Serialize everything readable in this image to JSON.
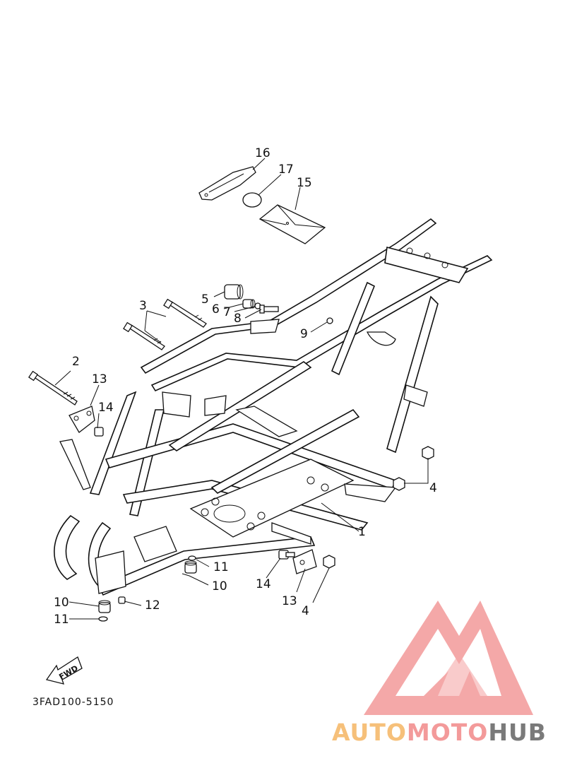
{
  "diagram": {
    "callouts": {
      "c1": "1",
      "c2": "2",
      "c3": "3",
      "c4a": "4",
      "c4b": "4",
      "c5": "5",
      "c6": "6",
      "c7": "7",
      "c8": "8",
      "c9": "9",
      "c10a": "10",
      "c10b": "10",
      "c11a": "11",
      "c11b": "11",
      "c12": "12",
      "c13a": "13",
      "c13b": "13",
      "c14a": "14",
      "c14b": "14",
      "c15": "15",
      "c16": "16",
      "c17": "17"
    },
    "fwd_label": "FWD",
    "reference_code": "3FAD100-5150"
  },
  "watermark": {
    "part1": "AUTO",
    "part2": "MOTO",
    "part3": "HUB",
    "colors": {
      "auto": "#f6c07a",
      "moto": "#f39a9a",
      "hub": "#7a7a7a",
      "logo": "#f39a9a"
    }
  }
}
